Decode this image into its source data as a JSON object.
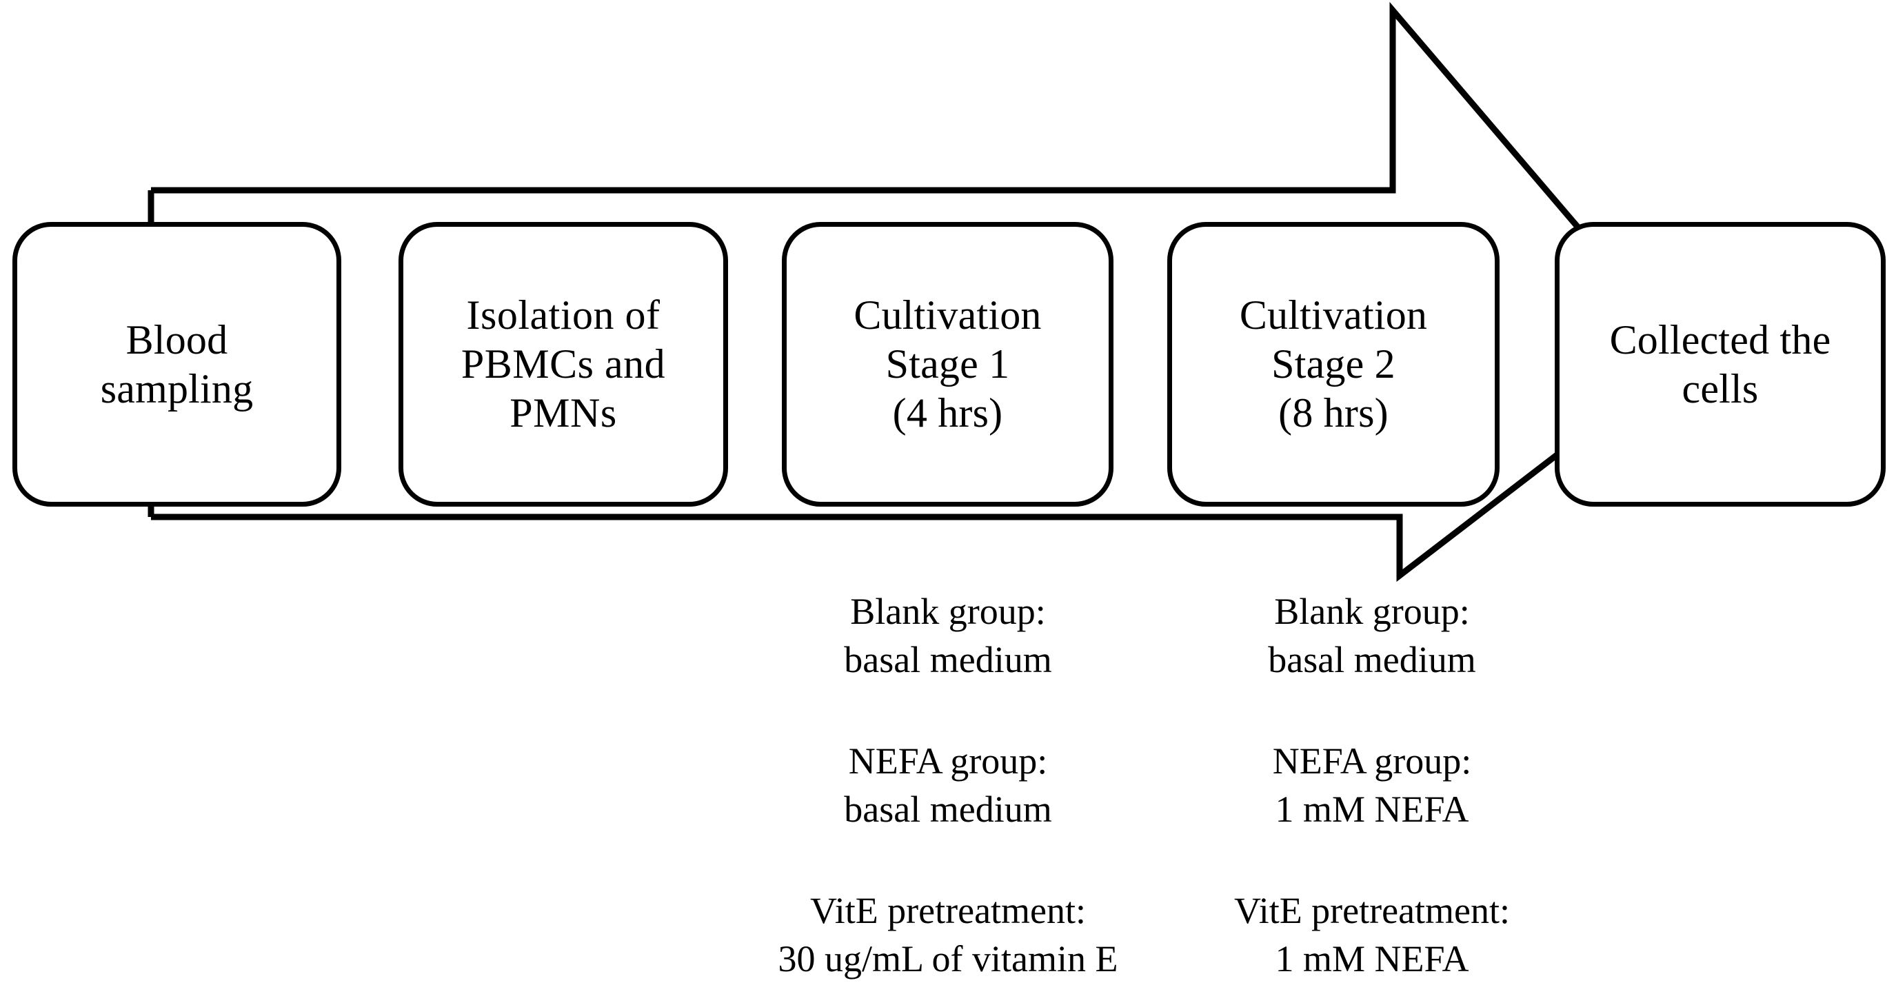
{
  "diagram": {
    "title": "Experimental design flowchart",
    "stroke_color": "#000000",
    "background_color": "#ffffff",
    "arrow_direction": "left-to-right"
  },
  "stages": [
    {
      "name": "blood-sampling",
      "lines": [
        "Blood",
        "sampling"
      ]
    },
    {
      "name": "isolation",
      "lines": [
        "Isolation of",
        "PBMCs and",
        "PMNs"
      ]
    },
    {
      "name": "cultivation-stage-1",
      "lines": [
        "Cultivation",
        "Stage 1",
        "(4 hrs)"
      ]
    },
    {
      "name": "cultivation-stage-2",
      "lines": [
        "Cultivation",
        "Stage 2",
        "(8 hrs)"
      ]
    },
    {
      "name": "collected-cells",
      "lines": [
        "Collected  the",
        "cells"
      ]
    }
  ],
  "treatment_columns": [
    {
      "name": "stage-1-treatments",
      "groups": [
        {
          "name": "blank-group",
          "lines": [
            "Blank group:",
            "basal medium"
          ]
        },
        {
          "name": "nefa-group",
          "lines": [
            "NEFA group:",
            "basal medium"
          ]
        },
        {
          "name": "vite-group",
          "lines": [
            "VitE pretreatment:",
            "30 ug/mL of vitamin E"
          ]
        }
      ]
    },
    {
      "name": "stage-2-treatments",
      "groups": [
        {
          "name": "blank-group",
          "lines": [
            "Blank group:",
            "basal medium"
          ]
        },
        {
          "name": "nefa-group",
          "lines": [
            "NEFA group:",
            "1 mM NEFA"
          ]
        },
        {
          "name": "vite-group",
          "lines": [
            "VitE pretreatment:",
            "1 mM NEFA"
          ]
        }
      ]
    }
  ]
}
